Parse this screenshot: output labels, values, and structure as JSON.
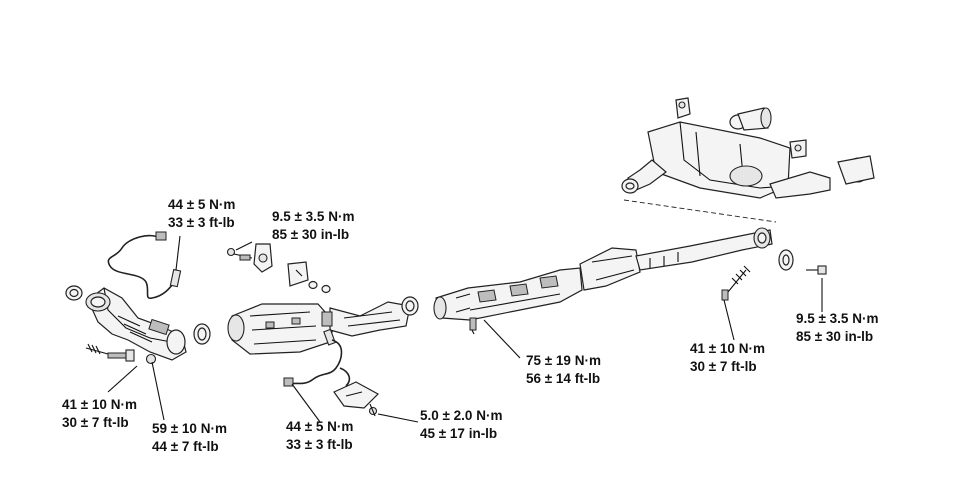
{
  "torque_specs": {
    "o2_sensor_front": {
      "nm": "44 ± 5 N·m",
      "imperial": "33 ± 3 ft-lb"
    },
    "heat_shield_bolt": {
      "nm": "9.5 ± 3.5 N·m",
      "imperial": "85 ± 30 in-lb"
    },
    "manifold_stud": {
      "nm": "41 ± 10 N·m",
      "imperial": "30 ± 7 ft-lb"
    },
    "manifold_nut": {
      "nm": "59 ± 10 N·m",
      "imperial": "44 ± 7 ft-lb"
    },
    "o2_sensor_rear": {
      "nm": "44 ± 5 N·m",
      "imperial": "33 ± 3 ft-lb"
    },
    "bracket_bolt": {
      "nm": "5.0 ± 2.0 N·m",
      "imperial": "45 ± 17 in-lb"
    },
    "center_pipe_bolt": {
      "nm": "75 ± 19 N·m",
      "imperial": "56 ± 14 ft-lb"
    },
    "rear_flange_stud": {
      "nm": "41 ± 10 N·m",
      "imperial": "30 ± 7 ft-lb"
    },
    "muffler_hanger_bolt": {
      "nm": "9.5 ± 3.5 N·m",
      "imperial": "85 ± 30 in-lb"
    }
  }
}
